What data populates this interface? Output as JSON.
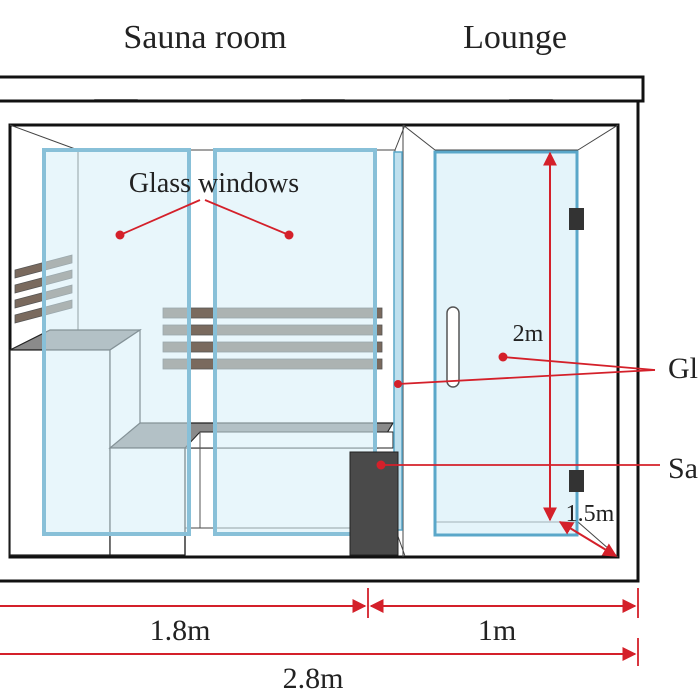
{
  "labels": {
    "sauna_room": "Sauna room",
    "lounge": "Lounge",
    "glass_windows": "Glass windows",
    "glass_door_partial": "Gl",
    "sauna_heater_partial": "Sa",
    "height": "2m",
    "depth": "1.5m",
    "width_sauna": "1.8m",
    "width_lounge": "1m",
    "width_total": "2.8m"
  },
  "colors": {
    "frame": "#111111",
    "glass_fill": "#d6eef7",
    "glass_edge": "#88c0d8",
    "door_edge": "#5aa7c9",
    "light": "#f0d43a",
    "wood": "#7a6a5e",
    "bench_top": "#8a8a8a",
    "heater": "#4a4a4a",
    "hinge": "#333333",
    "annotation": "#d4202a"
  },
  "icons": {
    "door_handle": "door-handle-icon",
    "ceiling_light": "ceiling-light-icon",
    "hinge": "hinge-icon"
  }
}
